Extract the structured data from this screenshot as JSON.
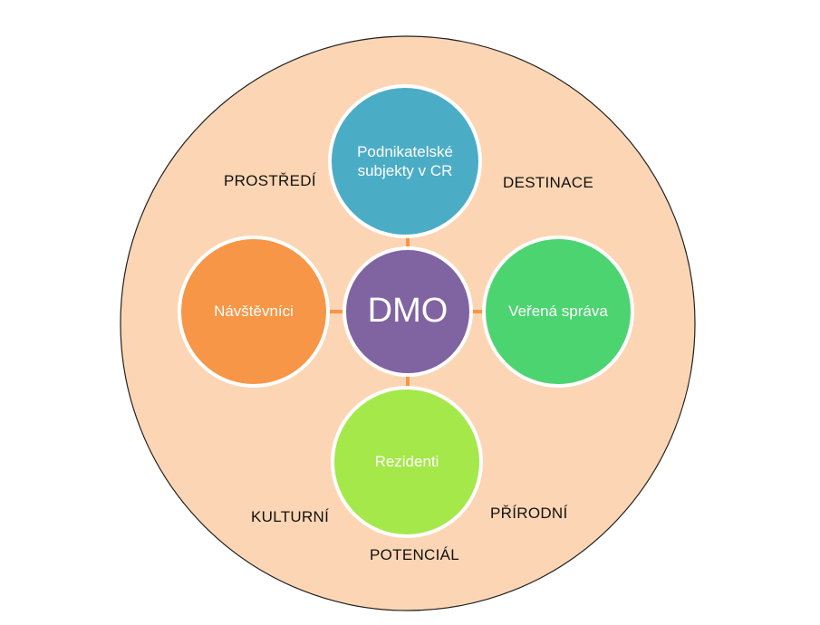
{
  "center": {
    "label": "DMO",
    "color": "#8064A2"
  },
  "nodes": {
    "top": {
      "label": "Podnikatelské subjekty v CR",
      "color": "#4BACC6"
    },
    "left": {
      "label": "Návštěvníci",
      "color": "#F79646"
    },
    "right": {
      "label": "Veřená správa",
      "color": "#4CD471"
    },
    "bottom": {
      "label": "Rezidenti",
      "color": "#A5E84A"
    }
  },
  "context": {
    "prostredi": "PROSTŘEDÍ",
    "destinace": "DESTINACE",
    "kulturni": "KULTURNÍ",
    "prirodni": "PŘÍRODNÍ",
    "potencial": "POTENCIÁL"
  },
  "colors": {
    "background_circle": "#FCD6B4",
    "connector": "#F79646",
    "node_border": "#ffffff"
  }
}
